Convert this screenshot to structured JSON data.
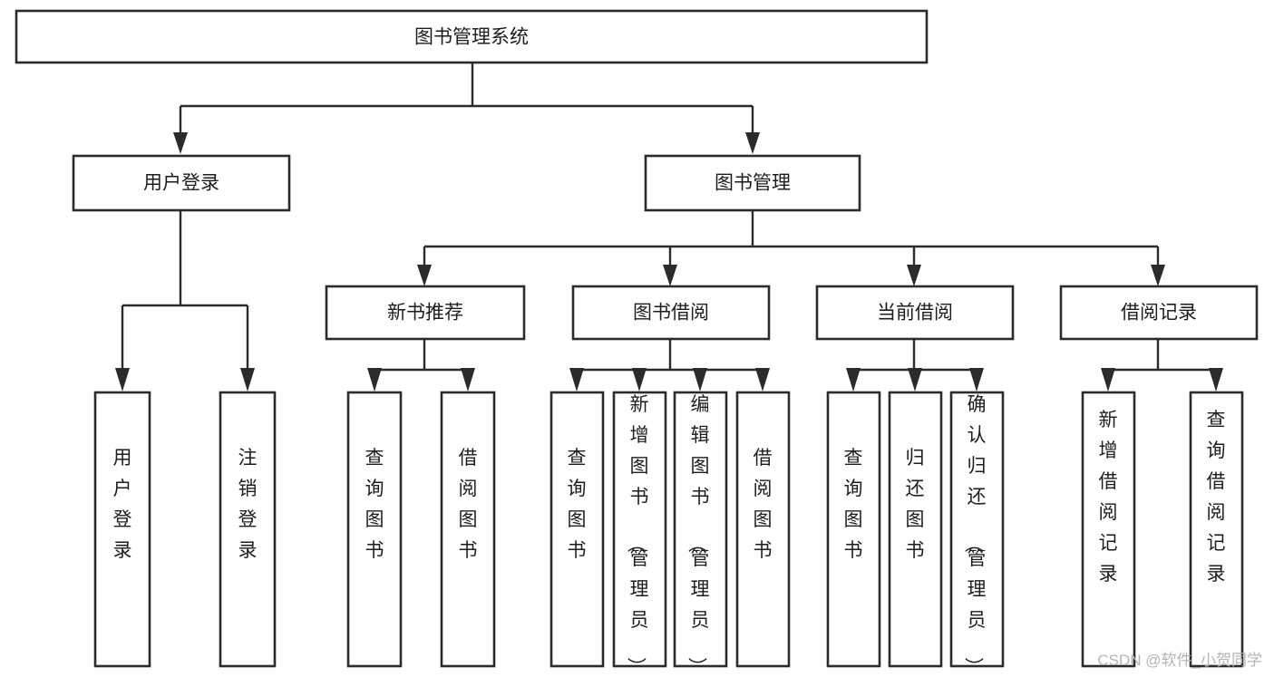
{
  "diagram": {
    "title": "图书管理系统",
    "type": "tree",
    "orientation": "top-down",
    "watermark": "CSDN @软件_小贺同学",
    "style": {
      "box_fill": "#ffffff",
      "box_stroke": "#2b2b2b",
      "connector_color": "#2b2b2b",
      "text_color": "#1d1d1d",
      "watermark_color": "#b4b4b4",
      "background": "#ffffff"
    },
    "levels": [
      {
        "level": 0,
        "nodes": [
          {
            "id": "root",
            "label": "图书管理系统",
            "orient": "horizontal"
          }
        ]
      },
      {
        "level": 1,
        "nodes": [
          {
            "id": "login",
            "label": "用户登录",
            "orient": "horizontal",
            "parent": "root"
          },
          {
            "id": "bookmgmt",
            "label": "图书管理",
            "orient": "horizontal",
            "parent": "root"
          }
        ]
      },
      {
        "level": 2,
        "nodes": [
          {
            "id": "newbook",
            "label": "新书推荐",
            "orient": "horizontal",
            "parent": "bookmgmt"
          },
          {
            "id": "borrow",
            "label": "图书借阅",
            "orient": "horizontal",
            "parent": "bookmgmt"
          },
          {
            "id": "current",
            "label": "当前借阅",
            "orient": "horizontal",
            "parent": "bookmgmt"
          },
          {
            "id": "records",
            "label": "借阅记录",
            "orient": "horizontal",
            "parent": "bookmgmt"
          }
        ]
      },
      {
        "level": 3,
        "nodes": [
          {
            "id": "leaf1",
            "label": "用户登录",
            "orient": "vertical",
            "parent": "login"
          },
          {
            "id": "leaf2",
            "label": "注销登录",
            "orient": "vertical",
            "parent": "login"
          },
          {
            "id": "leaf3",
            "label": "查询图书",
            "orient": "vertical",
            "parent": "newbook"
          },
          {
            "id": "leaf4",
            "label": "借阅图书",
            "orient": "vertical",
            "parent": "newbook"
          },
          {
            "id": "leaf5",
            "label": "查询图书",
            "orient": "vertical",
            "parent": "borrow"
          },
          {
            "id": "leaf6",
            "label": "新增图书（管理员）",
            "orient": "vertical",
            "parent": "borrow"
          },
          {
            "id": "leaf7",
            "label": "编辑图书（管理员）",
            "orient": "vertical",
            "parent": "borrow"
          },
          {
            "id": "leaf8",
            "label": "借阅图书",
            "orient": "vertical",
            "parent": "borrow"
          },
          {
            "id": "leaf9",
            "label": "查询图书",
            "orient": "vertical",
            "parent": "current"
          },
          {
            "id": "leaf10",
            "label": "归还图书",
            "orient": "vertical",
            "parent": "current"
          },
          {
            "id": "leaf11",
            "label": "确认归还（管理员）",
            "orient": "vertical",
            "parent": "current"
          },
          {
            "id": "leaf12",
            "label": "新增借阅记录",
            "orient": "vertical",
            "parent": "records"
          },
          {
            "id": "leaf13",
            "label": "查询借阅记录",
            "orient": "vertical",
            "parent": "records"
          }
        ]
      }
    ]
  }
}
